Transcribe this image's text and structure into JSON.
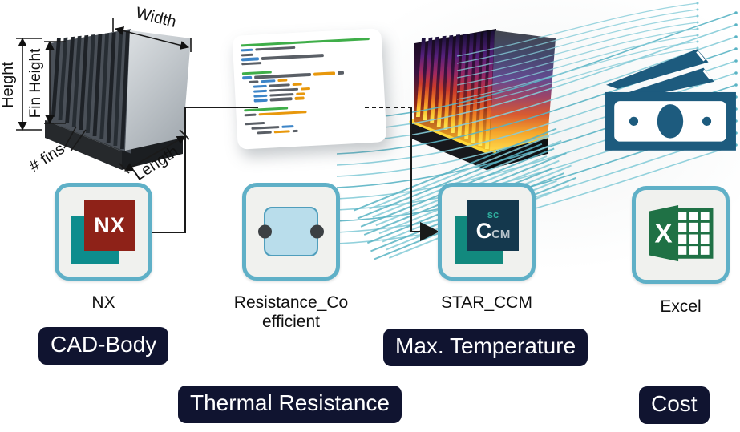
{
  "artwork": {
    "cad_heatsink": {
      "annotations": {
        "width": "Width",
        "height": "Height",
        "fin_height": "Fin Height",
        "num_fins": "# fins",
        "length": "Length"
      }
    },
    "code_card": {
      "lines": [
        [
          [
            "comment",
            97
          ]
        ],
        [
          [
            "keyword",
            9
          ],
          [
            "text",
            30
          ]
        ],
        [
          [
            "text",
            9
          ]
        ],
        [
          [
            "keyword",
            13
          ],
          [
            "text",
            47
          ]
        ],
        [
          [
            "text",
            15
          ]
        ],
        [],
        [
          [
            "comment",
            22
          ]
        ],
        [
          [
            "keyword",
            7
          ],
          [
            "text",
            43
          ],
          [
            "value",
            16
          ],
          [
            "text",
            5
          ]
        ],
        [
          [
            "indent",
            5
          ],
          [
            "text",
            7
          ],
          [
            "keyword",
            11
          ],
          [
            "value",
            7
          ]
        ],
        [
          [
            "indent",
            8
          ],
          [
            "keyword",
            10
          ],
          [
            "text",
            16
          ],
          [
            "value",
            7
          ]
        ],
        [
          [
            "indent",
            8
          ],
          [
            "keyword",
            10
          ],
          [
            "text",
            22
          ],
          [
            "value",
            7
          ]
        ],
        [
          [
            "indent",
            8
          ],
          [
            "keyword",
            10
          ],
          [
            "text",
            18
          ],
          [
            "value",
            7
          ]
        ],
        [
          [
            "indent",
            8
          ],
          [
            "keyword",
            10
          ],
          [
            "text",
            17
          ],
          [
            "value",
            7
          ]
        ],
        [],
        [
          [
            "comment",
            33
          ]
        ],
        [
          [
            "text",
            9
          ],
          [
            "value",
            36
          ]
        ],
        [],
        [
          [
            "text",
            15
          ]
        ],
        [
          [
            "indent",
            5
          ],
          [
            "text",
            21
          ],
          [
            "keyword",
            9
          ]
        ],
        [
          [
            "indent",
            9
          ],
          [
            "text",
            11
          ],
          [
            "value",
            12
          ],
          [
            "text",
            4
          ]
        ]
      ]
    }
  },
  "nodes": {
    "nx": {
      "label": "NX",
      "logo_text": "NX"
    },
    "resistance": {
      "label_line1": "Resistance_Co",
      "label_line2": "efficient"
    },
    "star": {
      "label": "STAR_CCM",
      "logo_top": "sc",
      "logo_c": "C",
      "logo_cm": "CM"
    },
    "excel": {
      "label": "Excel",
      "logo_x": "X"
    }
  },
  "badges": {
    "cad_body": "CAD-Body",
    "thermal_resistance": "Thermal Resistance",
    "max_temperature": "Max. Temperature",
    "cost": "Cost"
  },
  "colors": {
    "node_border": "#5fb0c7",
    "node_bg": "#f0f1ee",
    "badge_bg": "#101430",
    "badge_text": "#ffffff",
    "nx_red": "#8e2218",
    "nx_teal": "#0d8d8d",
    "star_navy": "#14384d",
    "star_teal": "#12897e",
    "excel_green": "#1f7145",
    "money_blue": "#1d5b7e",
    "streamline": "#86ccd8",
    "connector": "#1a1a1a",
    "code_comment": "#3fae49",
    "code_keyword": "#3d85c8",
    "code_value": "#e8980c",
    "code_text": "#5a5f66"
  }
}
